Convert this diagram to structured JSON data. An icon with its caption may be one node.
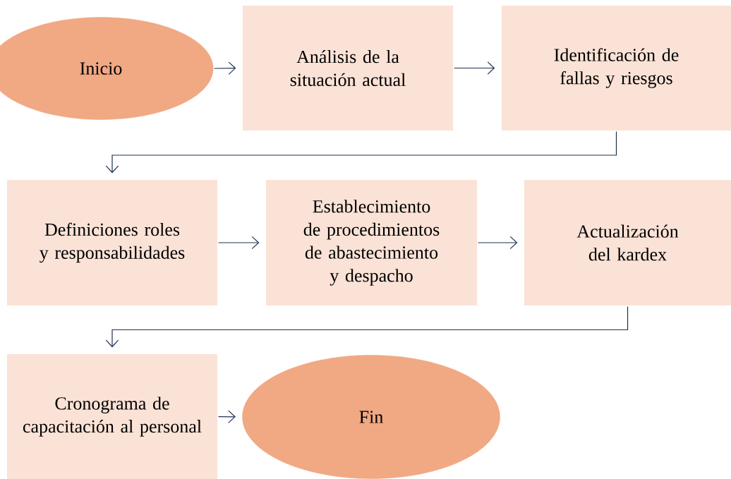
{
  "diagram": {
    "nodes": [
      {
        "text": [
          "Inicio"
        ]
      },
      {
        "text": [
          "Análisis de la situación actual"
        ]
      },
      {
        "text": [
          "Identificación de fallas y riesgos"
        ]
      },
      {
        "text": [
          "Definiciones roles y responsabilidades"
        ]
      },
      {
        "text": [
          "Establecimiento de procedimientos de abastecimiento y despacho"
        ]
      },
      {
        "text": [
          "Actualización del kardex"
        ]
      },
      {
        "text": [
          "Cronograma de capacitación al personal"
        ]
      },
      {
        "text": [
          "Fin"
        ]
      }
    ],
    "edges": [
      {
        "from": 0,
        "to": 1,
        "arrow": "to"
      },
      {
        "from": 1,
        "to": 2,
        "arrow": "to"
      },
      {
        "from": 2,
        "to": 3,
        "arrow": "to"
      },
      {
        "from": 3,
        "to": 4,
        "arrow": "to"
      },
      {
        "from": 4,
        "to": 5,
        "arrow": "to"
      },
      {
        "from": 5,
        "to": 6,
        "arrow": "to"
      },
      {
        "from": 6,
        "to": 7,
        "arrow": "to"
      }
    ]
  }
}
